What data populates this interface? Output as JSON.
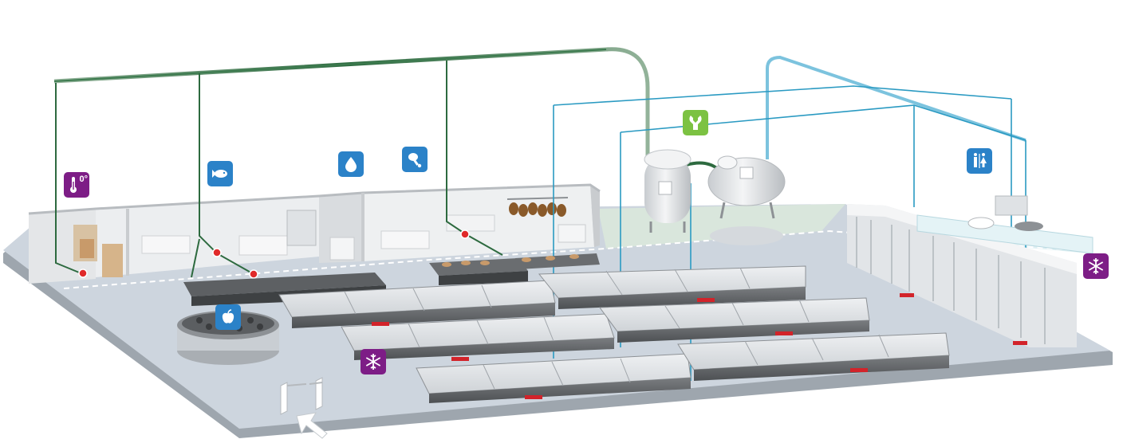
{
  "colors": {
    "floor": "#c9d1da",
    "floor_edge": "#9ea6ae",
    "wall": "#e7e9eb",
    "wall_dark": "#c4c7ca",
    "green_line": "#2d6a3f",
    "green_pipe": "#6c9a78",
    "blue_line": "#2a9ac2",
    "blue_pipe": "#7cc3de",
    "purple_badge": "#7d1d86",
    "blue_badge": "#2b82c8",
    "lime_badge": "#7cc242",
    "fault_marker": "#e02a2a",
    "indicator_red": "#d2232a"
  },
  "icons": [
    {
      "id": "thermometer",
      "name": "thermometer-icon",
      "color": "purple_badge",
      "label": "0°"
    },
    {
      "id": "fish",
      "name": "fish-icon",
      "color": "blue_badge",
      "label": ""
    },
    {
      "id": "water",
      "name": "water-drop-icon",
      "color": "blue_badge",
      "label": ""
    },
    {
      "id": "meat",
      "name": "meat-leg-icon",
      "color": "blue_badge",
      "label": ""
    },
    {
      "id": "wrench",
      "name": "wrench-icon",
      "color": "lime_badge",
      "label": ""
    },
    {
      "id": "restroom",
      "name": "restroom-icon",
      "color": "blue_badge",
      "label": ""
    },
    {
      "id": "fruit",
      "name": "apple-icon",
      "color": "blue_badge",
      "label": ""
    },
    {
      "id": "snow1",
      "name": "snowflake-icon",
      "color": "purple_badge",
      "label": ""
    },
    {
      "id": "snow2",
      "name": "snowflake-icon",
      "color": "purple_badge",
      "label": ""
    }
  ]
}
